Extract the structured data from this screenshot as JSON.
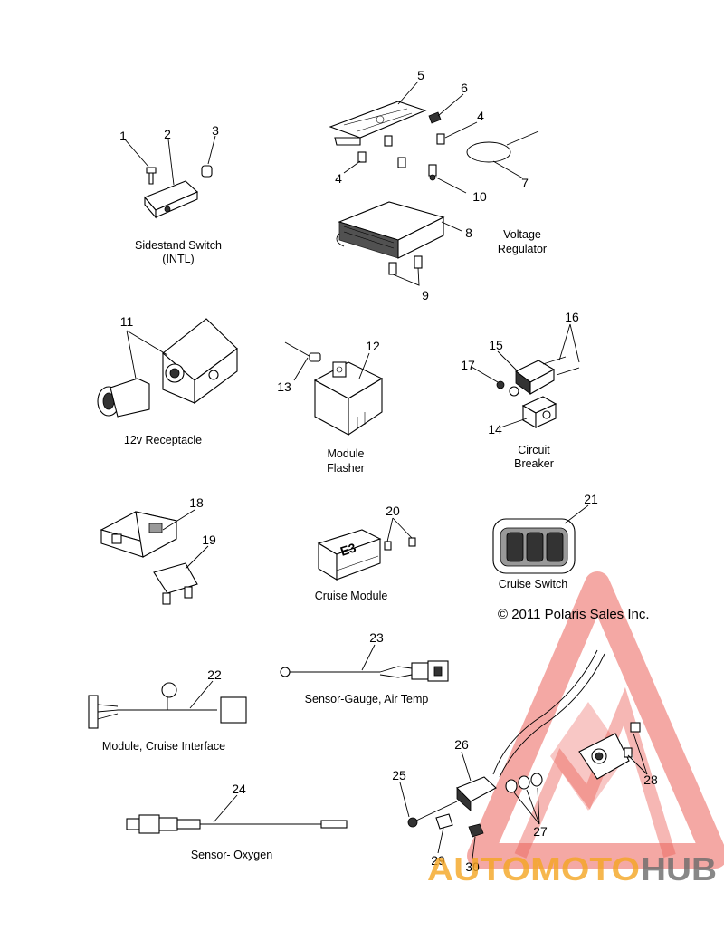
{
  "callouts": [
    "1",
    "2",
    "3",
    "4",
    "5",
    "6",
    "4",
    "7",
    "10",
    "8",
    "9",
    "11",
    "12",
    "13",
    "15",
    "16",
    "17",
    "14",
    "18",
    "19",
    "20",
    "21",
    "22",
    "23",
    "24",
    "25",
    "26",
    "27",
    "28",
    "29",
    "30"
  ],
  "captions": {
    "sidestand_1": "Sidestand Switch",
    "sidestand_2": "(INTL)",
    "voltage_1": "Voltage",
    "voltage_2": "Regulator",
    "receptacle": "12v Receptacle",
    "flasher_1": "Module",
    "flasher_2": "Flasher",
    "breaker_1": "Circuit",
    "breaker_2": "Breaker",
    "cruise_module": "Cruise Module",
    "cruise_switch": "Cruise Switch",
    "sensor_temp": "Sensor-Gauge, Air Temp",
    "cruise_interface": "Module, Cruise Interface",
    "sensor_oxygen": "Sensor- Oxygen"
  },
  "copyright": "© 2011 Polaris Sales Inc.",
  "watermark": {
    "part1": "AUTOMOTO",
    "part2": "HUB",
    "color_red": "#e8453c",
    "color_orange": "#f5a623",
    "color_grey": "#6b6b6b"
  }
}
